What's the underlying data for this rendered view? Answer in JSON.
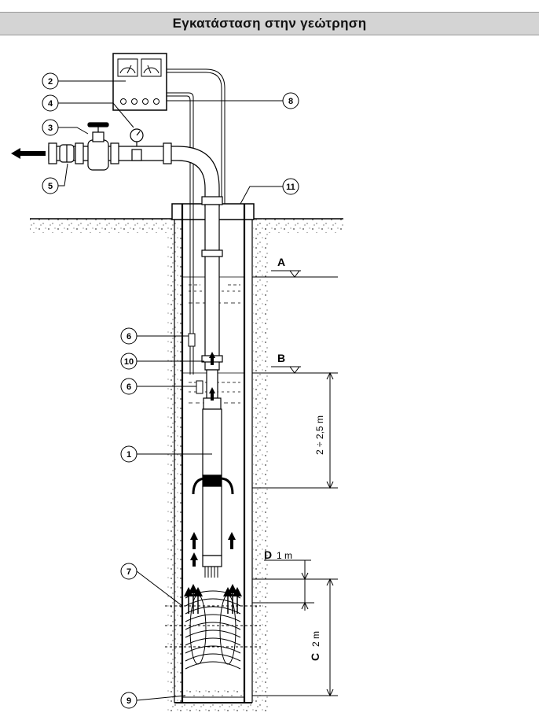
{
  "title": "Εγκατάσταση στην γεώτρηση",
  "callouts": [
    "1",
    "2",
    "3",
    "4",
    "5",
    "6",
    "6",
    "7",
    "8",
    "9",
    "10",
    "11"
  ],
  "levels": {
    "A": "A",
    "B": "B",
    "C": "C",
    "D": "D"
  },
  "dimensions": {
    "pump_depth": "2 ÷ 2,5 m",
    "d_value": "1 m",
    "c_value": "2 m"
  },
  "colors": {
    "title_bg": "#d4d4d4",
    "line": "#000000",
    "pipe": "#ffffff"
  }
}
